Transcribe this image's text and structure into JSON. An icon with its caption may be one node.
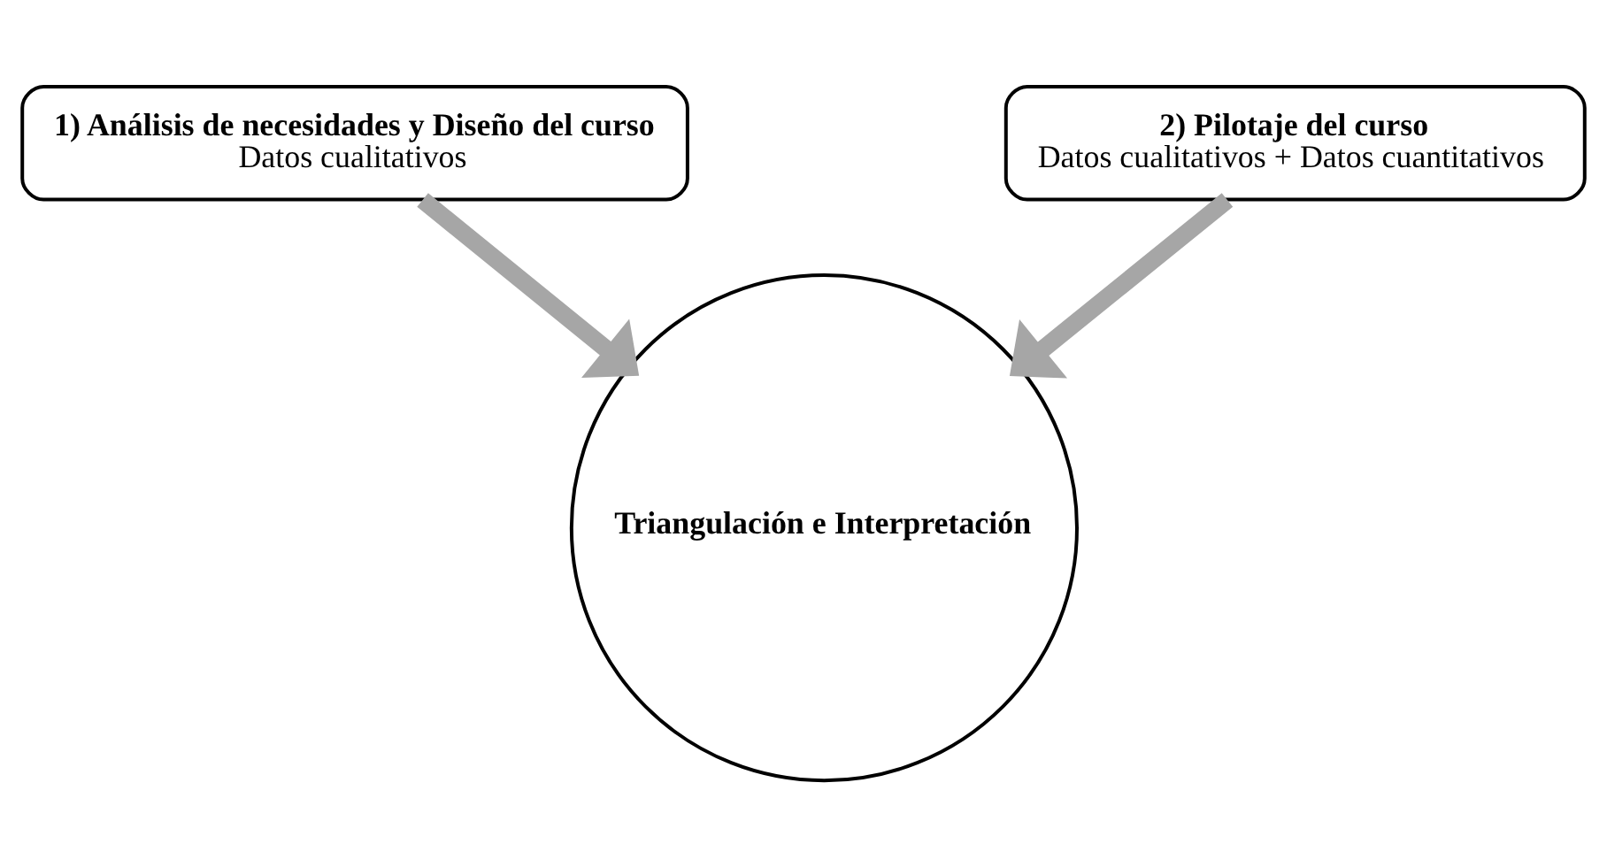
{
  "diagram": {
    "nodes": [
      {
        "text": [
          "1) Análisis de necesidades y Diseño del curso",
          "Datos cualitativos"
        ]
      },
      {
        "text": [
          "2) Pilotaje del curso",
          "Datos cualitativos + Datos cuantitativos"
        ]
      },
      {
        "text": [
          "Triangulación e Interpretación"
        ]
      }
    ],
    "edges": [
      {
        "from": 0,
        "to": 2,
        "arrow": "to"
      },
      {
        "from": 1,
        "to": 2,
        "arrow": "to"
      }
    ]
  }
}
